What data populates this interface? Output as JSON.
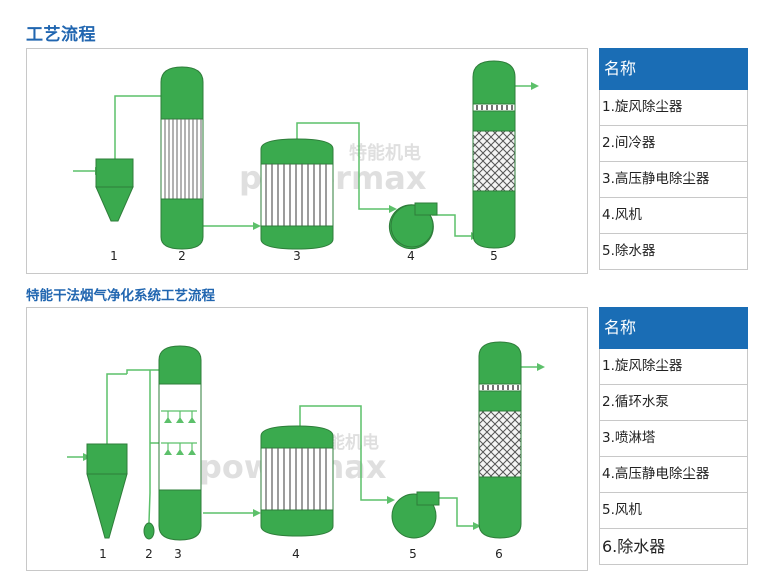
{
  "section1": {
    "title": "工艺流程",
    "watermark": {
      "cn": "特能机电",
      "en": "powermax"
    },
    "numbers": [
      "1",
      "2",
      "3",
      "4",
      "5"
    ]
  },
  "legend1": {
    "header": "名称",
    "items": [
      "1.旋风除尘器",
      "2.间冷器",
      "3.高压静电除尘器",
      "4.风机",
      "5.除水器"
    ]
  },
  "section2": {
    "title": "特能干法烟气净化系统工艺流程",
    "watermark": {
      "cn": "特能机电",
      "en": "powermax"
    },
    "numbers": [
      "1",
      "2",
      "3",
      "4",
      "5",
      "6"
    ]
  },
  "legend2": {
    "header": "名称",
    "items": [
      "1.旋风除尘器",
      "2.循环水泵",
      "3.喷淋塔",
      "4.高压静电除尘器",
      "5.风机",
      "6.除水器"
    ]
  },
  "colors": {
    "equipment": "#3aaa4e",
    "pipe": "#5cc06a",
    "title": "#2166b0",
    "header": "#1a6db5"
  }
}
